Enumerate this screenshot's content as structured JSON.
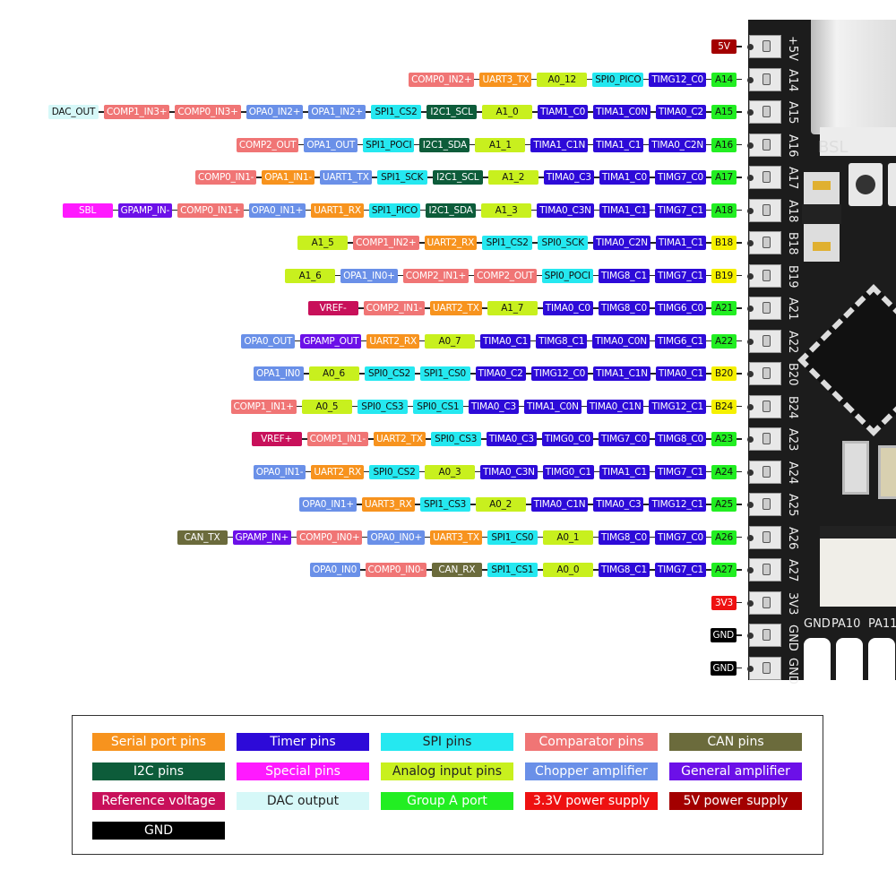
{
  "colors": {
    "serial": "#f7931e",
    "timer": "#2d0ad8",
    "spi": "#25e8f0",
    "comp": "#f07575",
    "can": "#6b6b3c",
    "i2c": "#0d5c3a",
    "special": "#ff1aff",
    "analog": "#c8f01e",
    "chopper": "#6a90e8",
    "general": "#6c10e8",
    "vref": "#c8105a",
    "dac": "#d6f8f8",
    "groupA": "#22ee22",
    "groupB": "#f5f000",
    "v33": "#ee1111",
    "v5": "#a30000",
    "gnd": "#000000"
  },
  "text_colors": {
    "serial": "#fff",
    "timer": "#fff",
    "spi": "#111",
    "comp": "#fff",
    "can": "#fff",
    "i2c": "#fff",
    "special": "#fff",
    "analog": "#111",
    "chopper": "#fff",
    "general": "#fff",
    "vref": "#fff",
    "dac": "#111",
    "groupA": "#111",
    "groupB": "#111",
    "v33": "#fff",
    "v5": "#fff",
    "gnd": "#fff"
  },
  "rows": [
    {
      "board_label": "+5V",
      "pin": {
        "label": "5V",
        "type": "v5"
      },
      "functions": []
    },
    {
      "board_label": "A14",
      "pin": {
        "label": "A14",
        "type": "groupA"
      },
      "functions": [
        {
          "label": "COMP0_IN2+",
          "type": "comp"
        },
        {
          "label": "UART3_TX",
          "type": "serial"
        },
        {
          "label": "A0_12",
          "type": "analog"
        },
        {
          "label": "SPI0_PICO",
          "type": "spi"
        },
        {
          "label": "TIMG12_C0",
          "type": "timer"
        }
      ]
    },
    {
      "board_label": "A15",
      "pin": {
        "label": "A15",
        "type": "groupA"
      },
      "functions": [
        {
          "label": "DAC_OUT",
          "type": "dac"
        },
        {
          "label": "COMP1_IN3+",
          "type": "comp"
        },
        {
          "label": "COMP0_IN3+",
          "type": "comp"
        },
        {
          "label": "OPA0_IN2+",
          "type": "chopper"
        },
        {
          "label": "OPA1_IN2+",
          "type": "chopper"
        },
        {
          "label": "SPI1_CS2",
          "type": "spi"
        },
        {
          "label": "I2C1_SCL",
          "type": "i2c"
        },
        {
          "label": "A1_0",
          "type": "analog"
        },
        {
          "label": "TIAM1_C0",
          "type": "timer"
        },
        {
          "label": "TIMA1_C0N",
          "type": "timer"
        },
        {
          "label": "TIMA0_C2",
          "type": "timer"
        }
      ]
    },
    {
      "board_label": "A16",
      "pin": {
        "label": "A16",
        "type": "groupA"
      },
      "functions": [
        {
          "label": "COMP2_OUT",
          "type": "comp"
        },
        {
          "label": "OPA1_OUT",
          "type": "chopper"
        },
        {
          "label": "SPI1_POCI",
          "type": "spi"
        },
        {
          "label": "I2C1_SDA",
          "type": "i2c"
        },
        {
          "label": "A1_1",
          "type": "analog"
        },
        {
          "label": "TIMA1_C1N",
          "type": "timer"
        },
        {
          "label": "TIMA1_C1",
          "type": "timer"
        },
        {
          "label": "TIMA0_C2N",
          "type": "timer"
        }
      ]
    },
    {
      "board_label": "A17",
      "pin": {
        "label": "A17",
        "type": "groupA"
      },
      "functions": [
        {
          "label": "COMP0_IN1-",
          "type": "comp"
        },
        {
          "label": "OPA1_IN1-",
          "type": "serial"
        },
        {
          "label": "UART1_TX",
          "type": "chopper"
        },
        {
          "label": "SPI1_SCK",
          "type": "spi"
        },
        {
          "label": "I2C1_SCL",
          "type": "i2c"
        },
        {
          "label": "A1_2",
          "type": "analog"
        },
        {
          "label": "TIMA0_C3",
          "type": "timer"
        },
        {
          "label": "TIMA1_C0",
          "type": "timer"
        },
        {
          "label": "TIMG7_C0",
          "type": "timer"
        }
      ]
    },
    {
      "board_label": "A18",
      "pin": {
        "label": "A18",
        "type": "groupA"
      },
      "functions": [
        {
          "label": "SBL",
          "type": "special"
        },
        {
          "label": "GPAMP_IN-",
          "type": "general"
        },
        {
          "label": "COMP0_IN1+",
          "type": "comp"
        },
        {
          "label": "OPA0_IN1+",
          "type": "chopper"
        },
        {
          "label": "UART1_RX",
          "type": "serial"
        },
        {
          "label": "SPI1_PICO",
          "type": "spi"
        },
        {
          "label": "I2C1_SDA",
          "type": "i2c"
        },
        {
          "label": "A1_3",
          "type": "analog"
        },
        {
          "label": "TIMA0_C3N",
          "type": "timer"
        },
        {
          "label": "TIMA1_C1",
          "type": "timer"
        },
        {
          "label": "TIMG7_C1",
          "type": "timer"
        }
      ]
    },
    {
      "board_label": "B18",
      "pin": {
        "label": "B18",
        "type": "groupB"
      },
      "functions": [
        {
          "label": "A1_5",
          "type": "analog"
        },
        {
          "label": "COMP1_IN2+",
          "type": "comp"
        },
        {
          "label": "UART2_RX",
          "type": "serial"
        },
        {
          "label": "SPI1_CS2",
          "type": "spi"
        },
        {
          "label": "SPI0_SCK",
          "type": "spi"
        },
        {
          "label": "TIMA0_C2N",
          "type": "timer"
        },
        {
          "label": "TIMA1_C1",
          "type": "timer"
        }
      ]
    },
    {
      "board_label": "B19",
      "pin": {
        "label": "B19",
        "type": "groupB"
      },
      "functions": [
        {
          "label": "A1_6",
          "type": "analog"
        },
        {
          "label": "OPA1_IN0+",
          "type": "chopper"
        },
        {
          "label": "COMP2_IN1+",
          "type": "comp"
        },
        {
          "label": "COMP2_OUT",
          "type": "comp"
        },
        {
          "label": "SPI0_POCI",
          "type": "spi"
        },
        {
          "label": "TIMG8_C1",
          "type": "timer"
        },
        {
          "label": "TIMG7_C1",
          "type": "timer"
        }
      ]
    },
    {
      "board_label": "A21",
      "pin": {
        "label": "A21",
        "type": "groupA"
      },
      "functions": [
        {
          "label": "VREF-",
          "type": "vref"
        },
        {
          "label": "COMP2_IN1-",
          "type": "comp"
        },
        {
          "label": "UART2_TX",
          "type": "serial"
        },
        {
          "label": "A1_7",
          "type": "analog"
        },
        {
          "label": "TIMA0_C0",
          "type": "timer"
        },
        {
          "label": "TIMG8_C0",
          "type": "timer"
        },
        {
          "label": "TIMG6_C0",
          "type": "timer"
        }
      ]
    },
    {
      "board_label": "A22",
      "pin": {
        "label": "A22",
        "type": "groupA"
      },
      "functions": [
        {
          "label": "OPA0_OUT",
          "type": "chopper"
        },
        {
          "label": "GPAMP_OUT",
          "type": "general"
        },
        {
          "label": "UART2_RX",
          "type": "serial"
        },
        {
          "label": "A0_7",
          "type": "analog"
        },
        {
          "label": "TIMA0_C1",
          "type": "timer"
        },
        {
          "label": "TIMG8_C1",
          "type": "timer"
        },
        {
          "label": "TIMA0_C0N",
          "type": "timer"
        },
        {
          "label": "TIMG6_C1",
          "type": "timer"
        }
      ]
    },
    {
      "board_label": "B20",
      "pin": {
        "label": "B20",
        "type": "groupB"
      },
      "functions": [
        {
          "label": "OPA1_IN0",
          "type": "chopper"
        },
        {
          "label": "A0_6",
          "type": "analog"
        },
        {
          "label": "SPI0_CS2",
          "type": "spi"
        },
        {
          "label": "SPI1_CS0",
          "type": "spi"
        },
        {
          "label": "TIMA0_C2",
          "type": "timer"
        },
        {
          "label": "TIMG12_C0",
          "type": "timer"
        },
        {
          "label": "TIMA1_C1N",
          "type": "timer"
        },
        {
          "label": "TIMA0_C1",
          "type": "timer"
        }
      ]
    },
    {
      "board_label": "B24",
      "pin": {
        "label": "B24",
        "type": "groupB"
      },
      "functions": [
        {
          "label": "COMP1_IN1+",
          "type": "comp"
        },
        {
          "label": "A0_5",
          "type": "analog"
        },
        {
          "label": "SPI0_CS3",
          "type": "spi"
        },
        {
          "label": "SPI0_CS1",
          "type": "spi"
        },
        {
          "label": "TIMA0_C3",
          "type": "timer"
        },
        {
          "label": "TIMA1_C0N",
          "type": "timer"
        },
        {
          "label": "TIMA0_C1N",
          "type": "timer"
        },
        {
          "label": "TIMG12_C1",
          "type": "timer"
        }
      ]
    },
    {
      "board_label": "A23",
      "pin": {
        "label": "A23",
        "type": "groupA"
      },
      "functions": [
        {
          "label": "VREF+",
          "type": "vref"
        },
        {
          "label": "COMP1_IN1-",
          "type": "comp"
        },
        {
          "label": "UART2_TX",
          "type": "serial"
        },
        {
          "label": "SPI0_CS3",
          "type": "spi"
        },
        {
          "label": "TIMA0_C3",
          "type": "timer"
        },
        {
          "label": "TIMG0_C0",
          "type": "timer"
        },
        {
          "label": "TIMG7_C0",
          "type": "timer"
        },
        {
          "label": "TIMG8_C0",
          "type": "timer"
        }
      ]
    },
    {
      "board_label": "A24",
      "pin": {
        "label": "A24",
        "type": "groupA"
      },
      "functions": [
        {
          "label": "OPA0_IN1-",
          "type": "chopper"
        },
        {
          "label": "UART2_RX",
          "type": "serial"
        },
        {
          "label": "SPI0_CS2",
          "type": "spi"
        },
        {
          "label": "A0_3",
          "type": "analog"
        },
        {
          "label": "TIMA0_C3N",
          "type": "timer"
        },
        {
          "label": "TIMG0_C1",
          "type": "timer"
        },
        {
          "label": "TIMA1_C1",
          "type": "timer"
        },
        {
          "label": "TIMG7_C1",
          "type": "timer"
        }
      ]
    },
    {
      "board_label": "A25",
      "pin": {
        "label": "A25",
        "type": "groupA"
      },
      "functions": [
        {
          "label": "OPA0_IN1+",
          "type": "chopper"
        },
        {
          "label": "UART3_RX",
          "type": "serial"
        },
        {
          "label": "SPI1_CS3",
          "type": "spi"
        },
        {
          "label": "A0_2",
          "type": "analog"
        },
        {
          "label": "TIMA0_C1N",
          "type": "timer"
        },
        {
          "label": "TIMA0_C3",
          "type": "timer"
        },
        {
          "label": "TIMG12_C1",
          "type": "timer"
        }
      ]
    },
    {
      "board_label": "A26",
      "pin": {
        "label": "A26",
        "type": "groupA"
      },
      "functions": [
        {
          "label": "CAN_TX",
          "type": "can"
        },
        {
          "label": "GPAMP_IN+",
          "type": "general"
        },
        {
          "label": "COMP0_IN0+",
          "type": "comp"
        },
        {
          "label": "OPA0_IN0+",
          "type": "chopper"
        },
        {
          "label": "UART3_TX",
          "type": "serial"
        },
        {
          "label": "SPI1_CS0",
          "type": "spi"
        },
        {
          "label": "A0_1",
          "type": "analog"
        },
        {
          "label": "TIMG8_C0",
          "type": "timer"
        },
        {
          "label": "TIMG7_C0",
          "type": "timer"
        }
      ]
    },
    {
      "board_label": "A27",
      "pin": {
        "label": "A27",
        "type": "groupA"
      },
      "functions": [
        {
          "label": "OPA0_IN0",
          "type": "chopper"
        },
        {
          "label": "COMP0_IN0-",
          "type": "comp"
        },
        {
          "label": "CAN_RX",
          "type": "can"
        },
        {
          "label": "SPI1_CS1",
          "type": "spi"
        },
        {
          "label": "A0_0",
          "type": "analog"
        },
        {
          "label": "TIMG8_C1",
          "type": "timer"
        },
        {
          "label": "TIMG7_C1",
          "type": "timer"
        }
      ]
    },
    {
      "board_label": "3V3",
      "pin": {
        "label": "3V3",
        "type": "v33"
      },
      "functions": []
    },
    {
      "board_label": "GND",
      "pin": {
        "label": "GND",
        "type": "gnd"
      },
      "functions": []
    },
    {
      "board_label": "GND",
      "pin": {
        "label": "GND",
        "type": "gnd"
      },
      "functions": []
    }
  ],
  "board": {
    "button_label": "BSL",
    "bottom_pads": [
      "GND",
      "PA10",
      "PA11"
    ]
  },
  "legend": [
    {
      "label": "Serial port pins",
      "type": "serial"
    },
    {
      "label": "Timer pins",
      "type": "timer"
    },
    {
      "label": "SPI pins",
      "type": "spi"
    },
    {
      "label": "Comparator pins",
      "type": "comp"
    },
    {
      "label": "CAN pins",
      "type": "can"
    },
    {
      "label": "I2C pins",
      "type": "i2c"
    },
    {
      "label": "Special pins",
      "type": "special"
    },
    {
      "label": "Analog input pins",
      "type": "analog"
    },
    {
      "label": "Chopper amplifier",
      "type": "chopper"
    },
    {
      "label": "General amplifier",
      "type": "general"
    },
    {
      "label": "Reference voltage",
      "type": "vref"
    },
    {
      "label": "DAC output",
      "type": "dac"
    },
    {
      "label": "Group A port",
      "type": "groupA"
    },
    {
      "label": "3.3V power supply",
      "type": "v33"
    },
    {
      "label": "5V power supply",
      "type": "v5"
    },
    {
      "label": "GND",
      "type": "gnd"
    }
  ]
}
